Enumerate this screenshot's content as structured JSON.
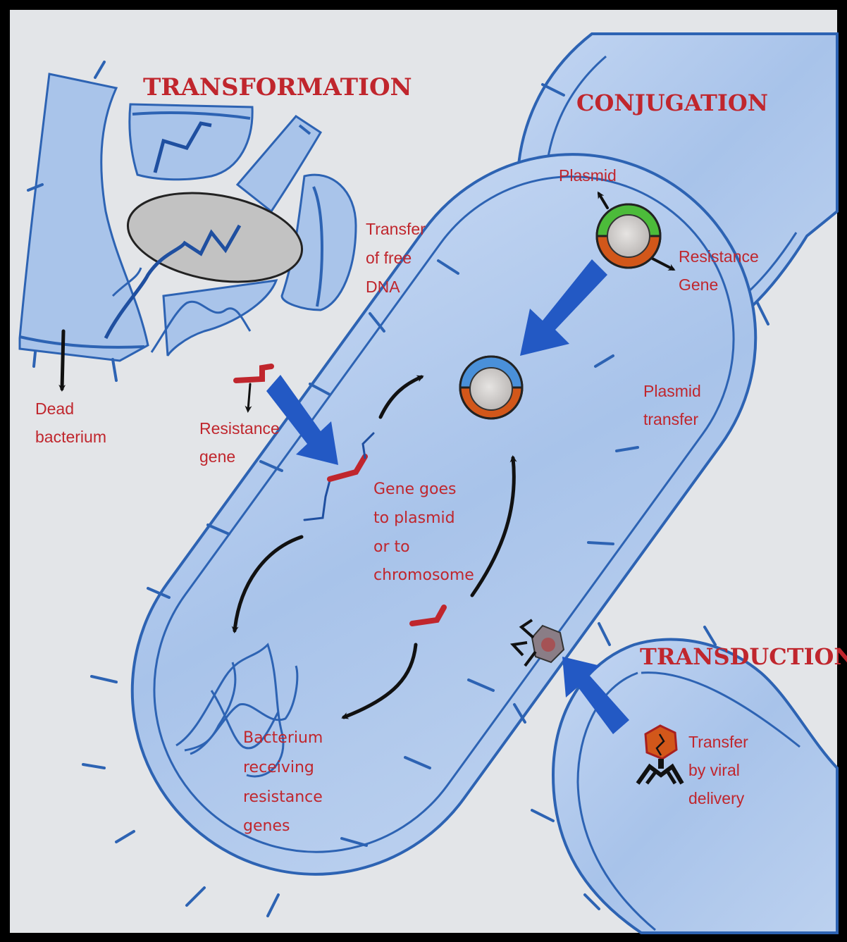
{
  "titles": {
    "transformation": "TRANSFORMATION",
    "conjugation": "CONJUGATION",
    "transduction": "TRANSDUCTION"
  },
  "labels": {
    "transfer_free_dna": [
      "Transfer",
      "of free",
      "DNA"
    ],
    "dead_bacterium": [
      "Dead",
      "bacterium"
    ],
    "resistance_gene": [
      "Resistance",
      "gene"
    ],
    "plasmid": "Plasmid",
    "resistance_gene_conj": [
      "Resistance",
      "Gene"
    ],
    "plasmid_transfer": [
      "Plasmid",
      "transfer"
    ],
    "gene_goes": [
      "Gene goes",
      "to plasmid",
      "or to",
      "chromosome"
    ],
    "bacterium_receiving": [
      "Bacterium",
      "receiving",
      "resistance",
      "genes"
    ],
    "viral_delivery": [
      "Transfer",
      "by viral",
      "delivery"
    ]
  },
  "colors": {
    "background": "#e3e5e8",
    "frame": "#0a0a0a",
    "cell_fill": "#a9c4ea",
    "cell_stroke": "#2d63b3",
    "arrow_blue": "#2359c4",
    "label_red": "#c0262d",
    "plasmid_orange": "#d2571a",
    "plasmid_green": "#4cbb3a"
  }
}
